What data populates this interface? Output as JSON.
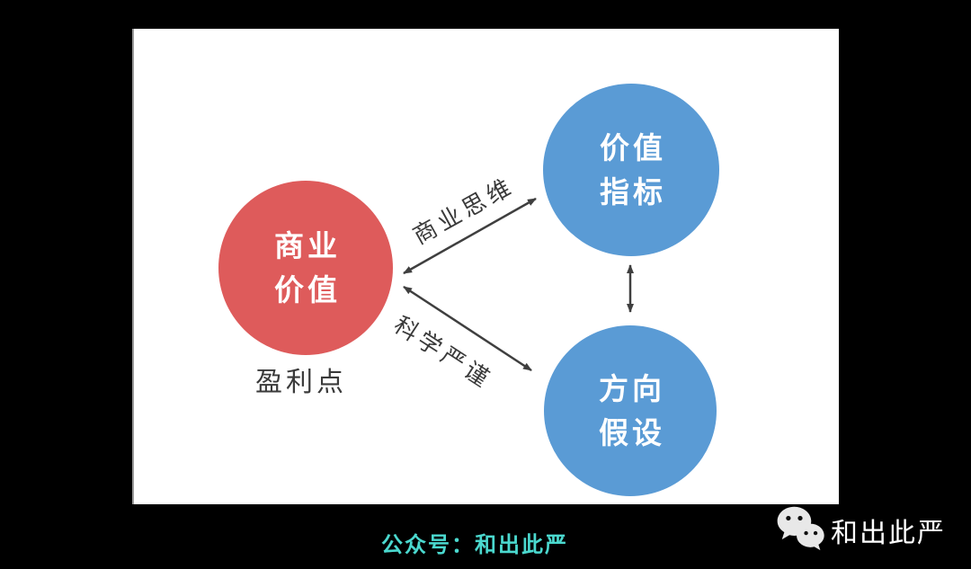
{
  "page": {
    "background": "#000000"
  },
  "diagram": {
    "canvas_color": "#ffffff",
    "arrow_color": "#3f3f3f",
    "label_color": "#3a3a3a",
    "nodes": [
      {
        "id": "business-value",
        "line1": "商业",
        "line2": "价值",
        "color": "#de5b5b",
        "text_color": "#ffffff"
      },
      {
        "id": "value-metrics",
        "line1": "价值",
        "line2": "指标",
        "color": "#5a9bd5",
        "text_color": "#ffffff"
      },
      {
        "id": "direction-hypothesis",
        "line1": "方向",
        "line2": "假设",
        "color": "#5a9bd5",
        "text_color": "#ffffff"
      }
    ],
    "edges": [
      {
        "from": "business-value",
        "to": "value-metrics",
        "label": "商业思维",
        "style": "double-arrow"
      },
      {
        "from": "business-value",
        "to": "direction-hypothesis",
        "label": "科学严谨",
        "style": "double-arrow"
      },
      {
        "from": "value-metrics",
        "to": "direction-hypothesis",
        "label": "",
        "style": "double-arrow"
      }
    ],
    "annotation": "盈利点"
  },
  "footer": {
    "caption": "公众号：和出此严",
    "caption_color": "#4bd9cf",
    "brand_name": "和出此严",
    "brand_color": "#ffffff",
    "brand_icon": "wechat-icon",
    "icon_color": "#e8e8e8"
  }
}
